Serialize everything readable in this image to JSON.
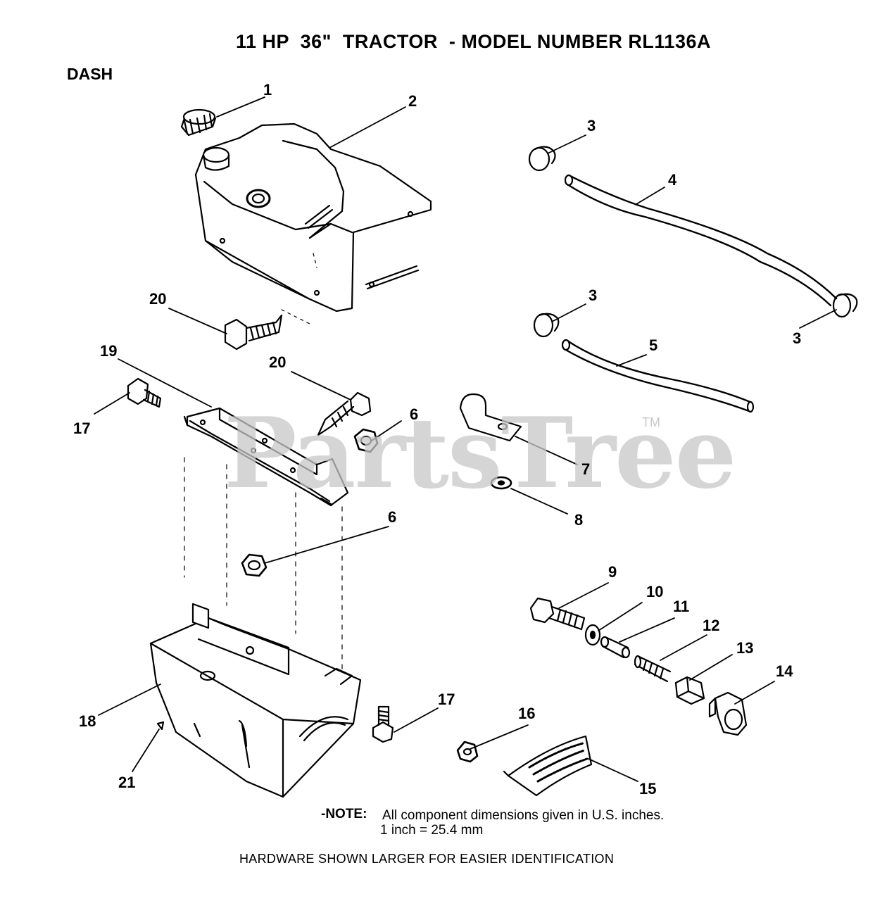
{
  "title": "11 HP  36\"  TRACTOR  - MODEL NUMBER RL1136A",
  "section": "DASH",
  "watermark": "PartsTree",
  "watermark_tm": "TM",
  "callouts": {
    "c1": "1",
    "c2": "2",
    "c3a": "3",
    "c3b": "3",
    "c3c": "3",
    "c4": "4",
    "c5": "5",
    "c6a": "6",
    "c6b": "6",
    "c7": "7",
    "c8": "8",
    "c9": "9",
    "c10": "10",
    "c11": "11",
    "c12": "12",
    "c13": "13",
    "c14": "14",
    "c15": "15",
    "c16": "16",
    "c17a": "17",
    "c17b": "17",
    "c18": "18",
    "c19": "19",
    "c20a": "20",
    "c20b": "20",
    "c21": "21"
  },
  "note": {
    "label": "-NOTE:",
    "text": "All component dimensions given in U.S. inches.",
    "conversion": "1 inch = 25.4 mm"
  },
  "footer": "HARDWARE SHOWN LARGER FOR EASIER IDENTIFICATION"
}
